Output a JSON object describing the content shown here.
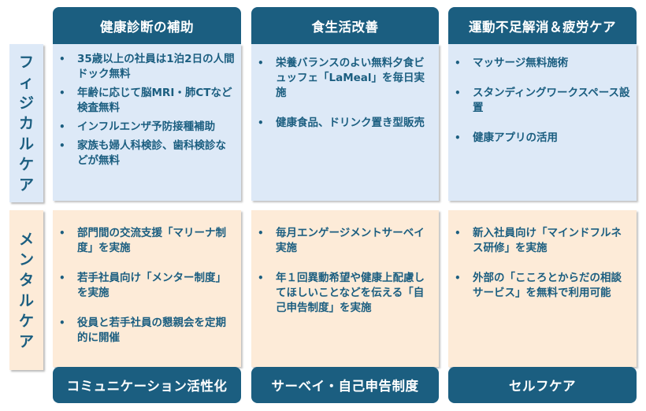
{
  "top_headers": [
    {
      "label": "健康診断の補助"
    },
    {
      "label": "食生活改善"
    },
    {
      "label": "運動不足解消＆疲労ケア"
    }
  ],
  "bottom_headers": [
    {
      "label": "コミュニケーション活性化"
    },
    {
      "label": "サーベイ・自己申告制度"
    },
    {
      "label": "セルフケア"
    }
  ],
  "rows": {
    "physical": {
      "label": [
        "フ",
        "ィ",
        "ジ",
        "カ",
        "ル",
        "ケ",
        "ア"
      ],
      "label_text": "フィジカルケア",
      "cells": [
        {
          "items": [
            "35歳以上の社員は1泊2日の人間ドック無料",
            "年齢に応じて脳MRI・肺CTなど検査無料",
            "インフルエンザ予防接種補助",
            "家族も婦人科検診、歯科検診などが無料"
          ]
        },
        {
          "items": [
            "栄養バランスのよい無料夕食ビュッフェ「LaMeal」を毎日実施",
            "健康食品、ドリンク置き型販売"
          ]
        },
        {
          "items": [
            "マッサージ無料施術",
            "スタンディングワークスペース設置",
            "健康アプリの活用"
          ]
        }
      ]
    },
    "mental": {
      "label": [
        "メ",
        "ン",
        "タ",
        "ル",
        "ケ",
        "ア"
      ],
      "label_text": "メンタルケア",
      "cells": [
        {
          "items": [
            "部門間の交流支援「マリーナ制度」を実施",
            "若手社員向け「メンター制度」を実施",
            "役員と若手社員の懇親会を定期的に開催"
          ]
        },
        {
          "items": [
            "毎月エンゲージメントサーベイ実施",
            "年１回異動希望や健康上配慮してほしいことなどを伝える「自己申告制度」を実施"
          ]
        },
        {
          "items": [
            "新入社員向け「マインドフルネス研修」を実施",
            "外部の「こころとからだの相談サービス」を無料で利用可能"
          ]
        }
      ]
    }
  },
  "colors": {
    "header_bg": "#1b5e80",
    "header_text": "#ffffff",
    "physical_bg": "#dde9f7",
    "mental_bg": "#fdebd8",
    "text": "#1b5e80"
  }
}
